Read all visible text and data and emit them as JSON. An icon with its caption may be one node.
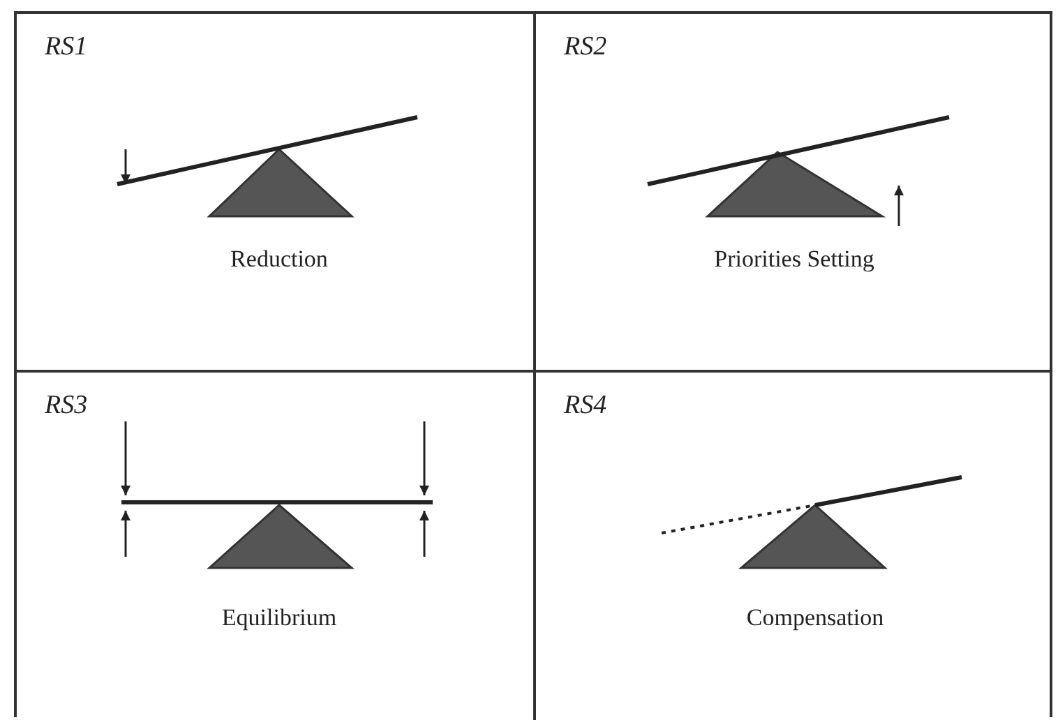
{
  "diagram": {
    "nodes": [
      {
        "text": [
          "RS1",
          "Reduction"
        ]
      },
      {
        "text": [
          "RS2",
          "Priorities Setting"
        ]
      },
      {
        "text": [
          "RS3",
          "Equilibrium"
        ]
      },
      {
        "text": [
          "RS4",
          "Compensation"
        ]
      }
    ]
  }
}
